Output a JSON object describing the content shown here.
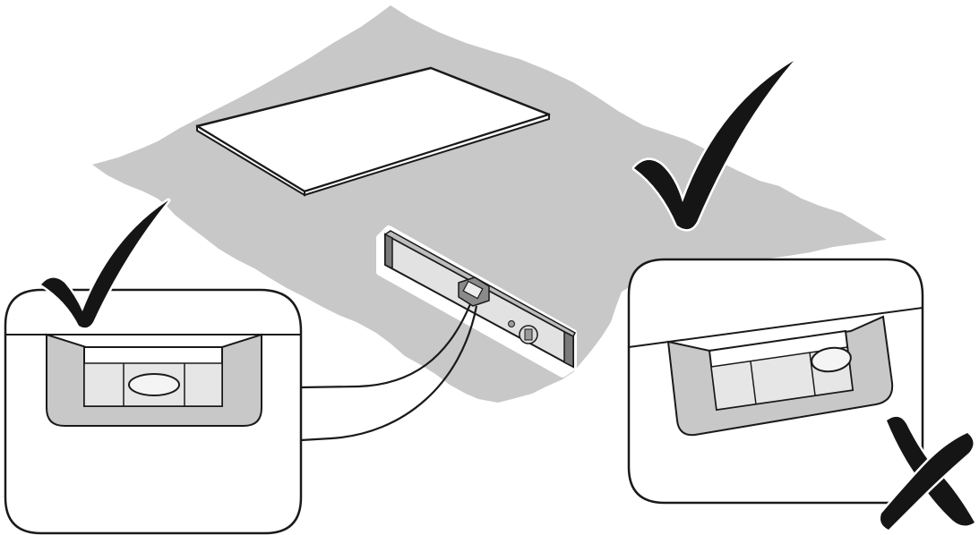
{
  "colors": {
    "surface": "#c8c8c8",
    "surface_dark": "#b9b9b9",
    "paper": "#ffffff",
    "outline": "#1a1a1a",
    "vial_fill": "#e6e6e6",
    "level_body": "#e2e2e2",
    "level_end": "#7a7a7a",
    "mark": "#151515"
  },
  "icons": {
    "check_large": "check-mark-icon",
    "check_small": "check-mark-icon",
    "cross": "cross-mark-icon"
  },
  "illustration": {
    "floor": "floor-protective-sheet",
    "panel": "flat-board-panel",
    "tool": "spirit-level-tool",
    "inset_left_state": "level",
    "inset_right_state": "not-level"
  }
}
